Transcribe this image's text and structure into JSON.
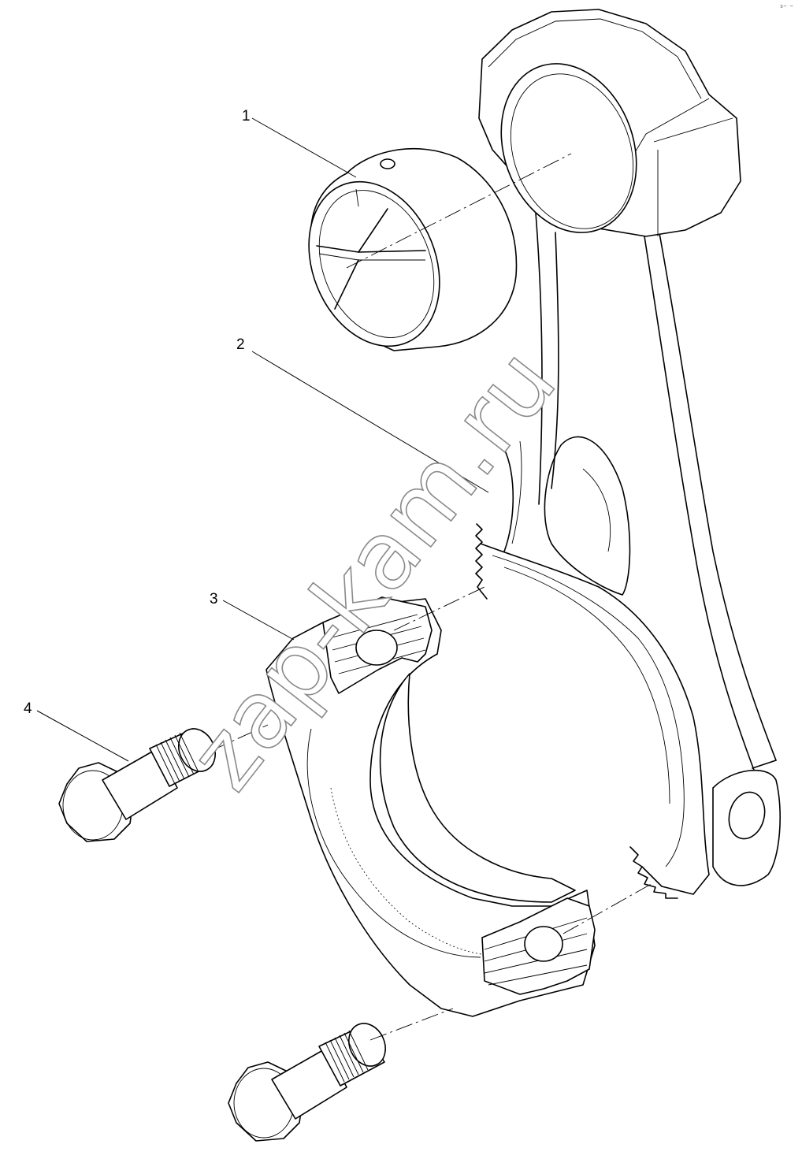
{
  "callouts": [
    {
      "id": "1",
      "text": "1"
    },
    {
      "id": "2",
      "text": "2"
    },
    {
      "id": "3",
      "text": "3"
    },
    {
      "id": "4",
      "text": "4"
    }
  ],
  "watermark": "zap-kam.ru",
  "corner_mark": "s~ ~",
  "colors": {
    "line": "#000000",
    "background": "#ffffff",
    "watermark_stroke": "#8a8a8a"
  }
}
